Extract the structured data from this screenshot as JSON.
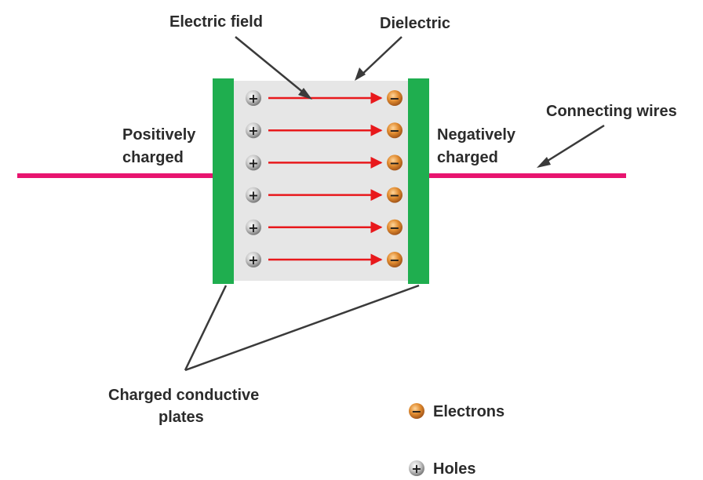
{
  "labels": {
    "electric_field": "Electric field",
    "dielectric": "Dielectric",
    "connecting_wires": "Connecting wires",
    "positively_line1": "Positively",
    "positively_line2": "charged",
    "negatively_line1": "Negatively",
    "negatively_line2": "charged",
    "plates_line1": "Charged conductive",
    "plates_line2": "plates"
  },
  "legend": {
    "electrons": "Electrons",
    "holes": "Holes",
    "electron_symbol": "−",
    "hole_symbol": "+"
  },
  "field_lines": 6,
  "colors": {
    "plate": "#1fae4f",
    "wire": "#e8146f",
    "dielectric": "#e6e6e6",
    "arrow": "#e8191c",
    "electron": "#d9822b",
    "hole": "#9a9a9a",
    "pointer": "#3a3a3a"
  }
}
